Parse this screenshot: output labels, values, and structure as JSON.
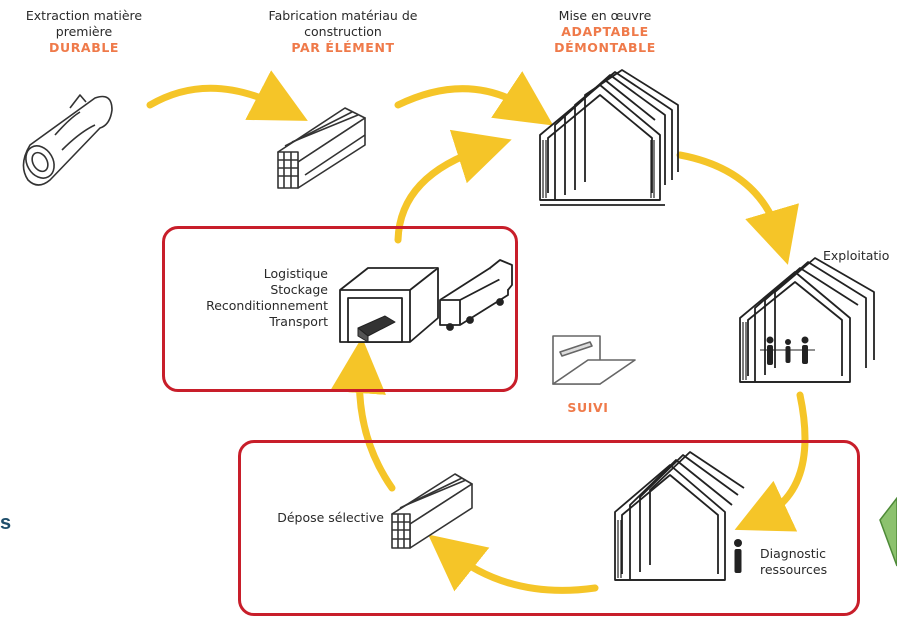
{
  "stages": {
    "extraction": {
      "line1": "Extraction matière",
      "line2": "première",
      "accent": "DURABLE"
    },
    "fabrication": {
      "line1": "Fabrication matériau de",
      "line2": "construction",
      "accent": "PAR ÉLÉMENT"
    },
    "mise_en_oeuvre": {
      "line1": "Mise en œuvre",
      "accent1": "ADAPTABLE",
      "accent2": "DÉMONTABLE"
    },
    "exploitation": {
      "label": "Exploitatio"
    },
    "logistique": {
      "lines": [
        "Logistique",
        "Stockage",
        "Reconditionnement",
        "Transport"
      ]
    },
    "suivi": {
      "label": "SUIVI"
    },
    "depose": {
      "label": "Dépose sélective"
    },
    "diagnostic": {
      "line1": "Diagnostic",
      "line2": "ressources"
    }
  },
  "side_fragment": {
    "text": "s"
  },
  "colors": {
    "arrow": "#f5c528",
    "accent": "#ef7a4a",
    "highlight_box": "#c81e2a",
    "side_fragment": "#1f4e6b",
    "green_shape": "#8cc26e"
  },
  "icons": [
    "log-icon",
    "lumber-stack-icon",
    "house-frame-icon",
    "house-occupied-icon",
    "warehouse-truck-icon",
    "laptop-monitoring-icon",
    "stacked-beams-icon",
    "house-diagnostic-icon",
    "green-arrow-shape"
  ]
}
